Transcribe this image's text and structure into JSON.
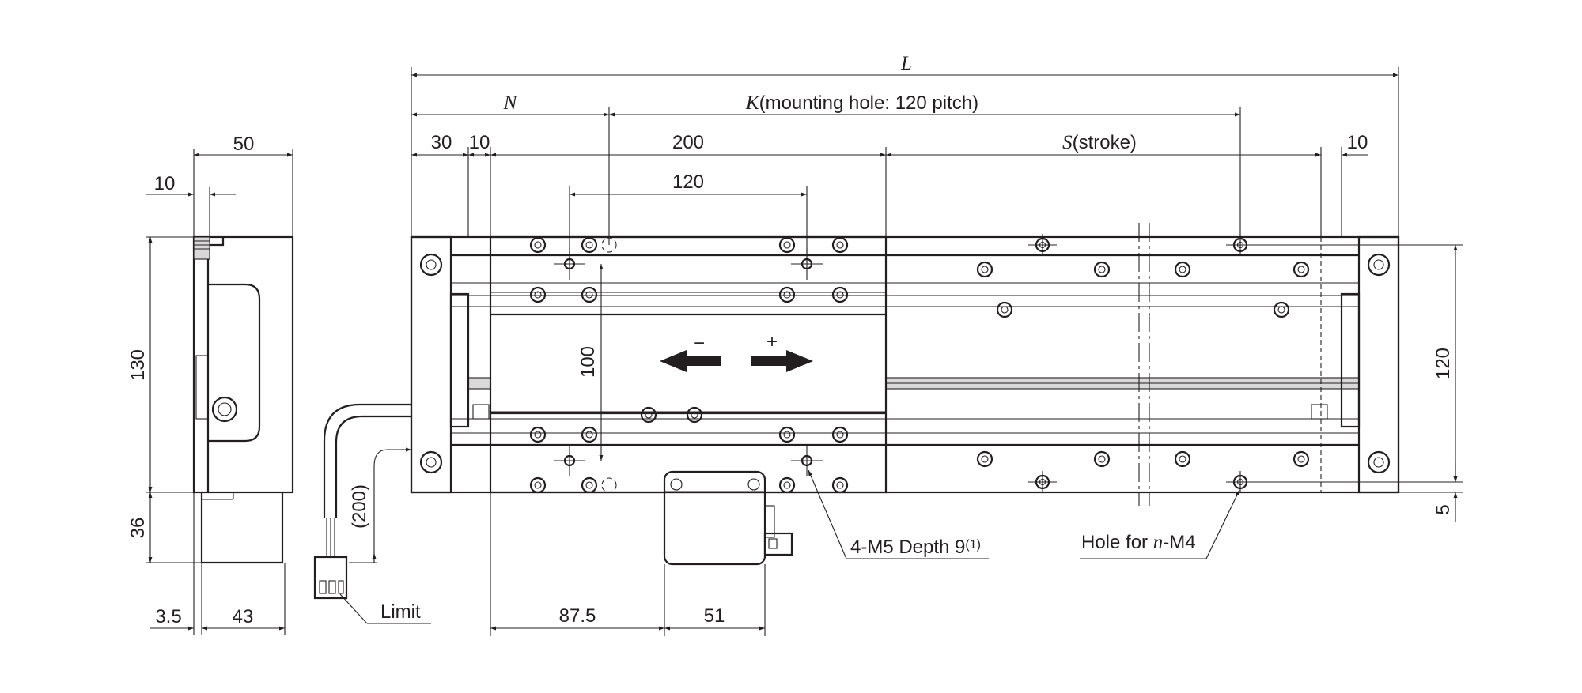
{
  "dimensions": {
    "total_length": "L",
    "n_dim": "N",
    "k_dim": "K",
    "k_note": "(mounting hole: 120 pitch)",
    "s_dim": "S",
    "s_note": "(stroke)",
    "d30": "30",
    "d10_left": "10",
    "d200": "200",
    "d10_right": "10",
    "d120_top": "120",
    "d100": "100",
    "d120_right": "120",
    "d5": "5",
    "d87_5": "87.5",
    "d51": "51",
    "side_50": "50",
    "side_10": "10",
    "side_130": "130",
    "side_36": "36",
    "side_3_5": "3.5",
    "side_43": "43",
    "cable_200": "(200)"
  },
  "callouts": {
    "tapped_hole": "4-M5 Depth 9",
    "tapped_hole_note": "(1)",
    "hole_prefix": "Hole for ",
    "hole_n": "n",
    "hole_suffix": "-M4",
    "limit": "Limit"
  },
  "direction": {
    "minus": "−",
    "plus": "+"
  }
}
